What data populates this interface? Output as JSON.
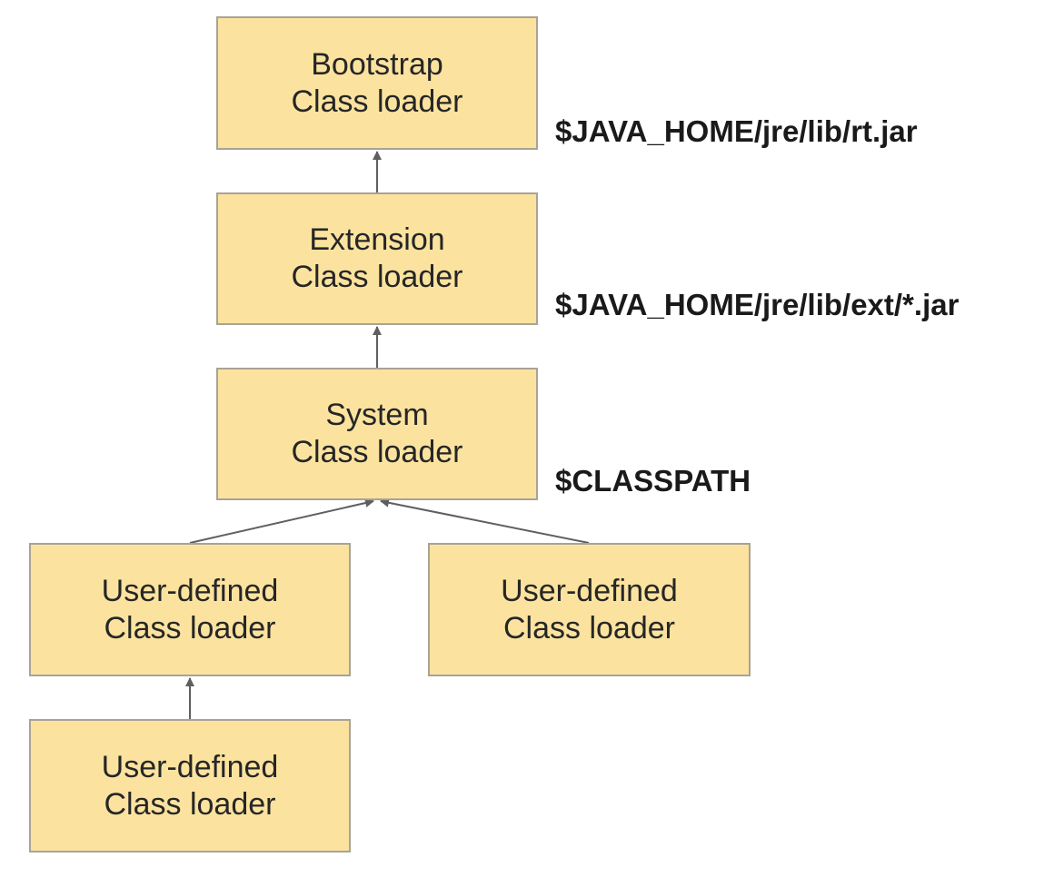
{
  "diagram": {
    "colors": {
      "node_fill": "#fbe39f",
      "node_border": "#a9a394",
      "arrow": "#5f5f5f"
    },
    "nodes": {
      "bootstrap": {
        "line1": "Bootstrap",
        "line2": "Class loader"
      },
      "extension": {
        "line1": "Extension",
        "line2": "Class loader"
      },
      "system": {
        "line1": "System",
        "line2": "Class loader"
      },
      "user1": {
        "line1": "User-defined",
        "line2": "Class loader"
      },
      "user2": {
        "line1": "User-defined",
        "line2": "Class loader"
      },
      "user3": {
        "line1": "User-defined",
        "line2": "Class loader"
      }
    },
    "paths": {
      "bootstrap": "$JAVA_HOME/jre/lib/rt.jar",
      "extension": "$JAVA_HOME/jre/lib/ext/*.jar",
      "system": "$CLASSPATH"
    },
    "edges": [
      {
        "from": "extension",
        "to": "bootstrap"
      },
      {
        "from": "system",
        "to": "extension"
      },
      {
        "from": "user1",
        "to": "system"
      },
      {
        "from": "user2",
        "to": "system"
      },
      {
        "from": "user3",
        "to": "user1"
      }
    ]
  }
}
